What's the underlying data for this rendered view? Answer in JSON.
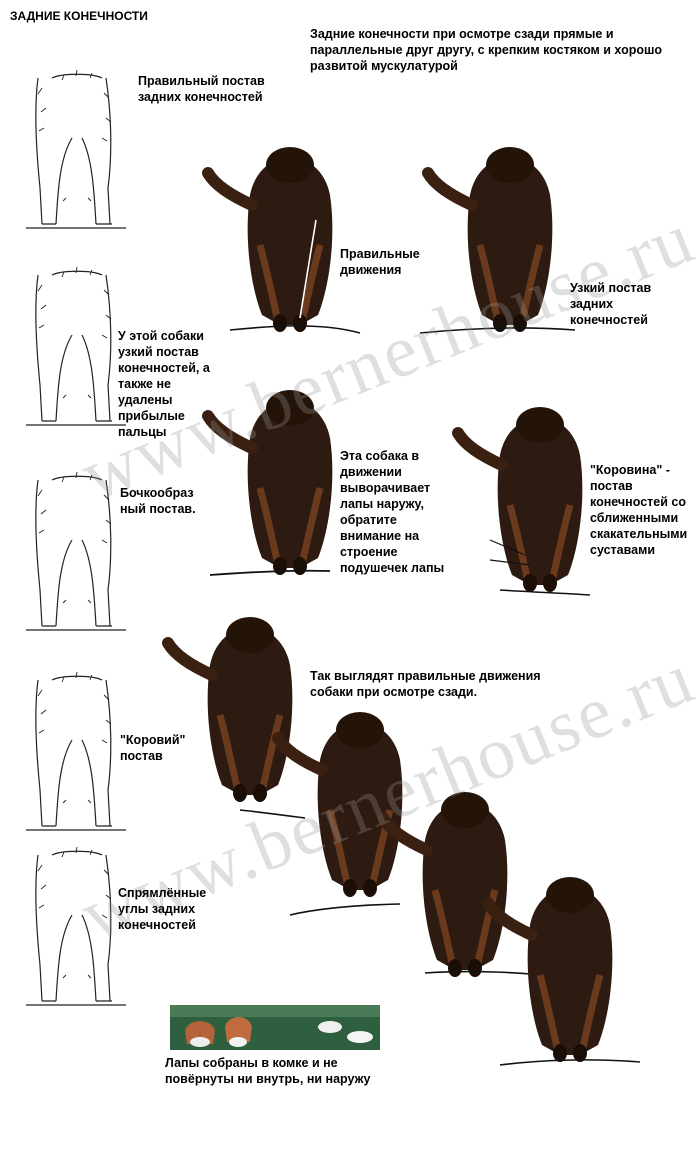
{
  "heading": "ЗАДНИЕ КОНЕЧНОСТИ",
  "intro": "Задние конечности при осмотре сзади прямые и параллельные друг другу, с крепким костяком и хорошо развитой мускулатурой",
  "watermark": "www.bernerhouse.ru",
  "colors": {
    "dog_fur": "#2d1a10",
    "dog_tan": "#6b3a1c",
    "outline": "#222222"
  },
  "labels": {
    "correct_stance": "Правильный постав задних конечностей",
    "correct_movement": "Правильные движения",
    "narrow_stance": "Узкий постав задних конечностей",
    "narrow_dewclaws": "У этой собаки узкий постав конечностей, а также не удалены прибылые пальцы",
    "barrel_stance": "Бочкообраз ный постав.",
    "paws_outward": "Эта собака в движении выворачивает лапы наружу, обратите внимание на строение подушечек лапы",
    "cow_hocks": "\"Коровина\" - постав конечностей со сближенными скакательными суставами",
    "movement_sequence": "Так выглядят правильные движения собаки при осмотре сзади.",
    "cow_stance": "\"Коровий\" постав",
    "straight_angles": "Спрямлённые углы задних конечностей",
    "paws_tight": "Лапы собраны в комке и не повёрнуты ни внутрь, ни наружу"
  }
}
